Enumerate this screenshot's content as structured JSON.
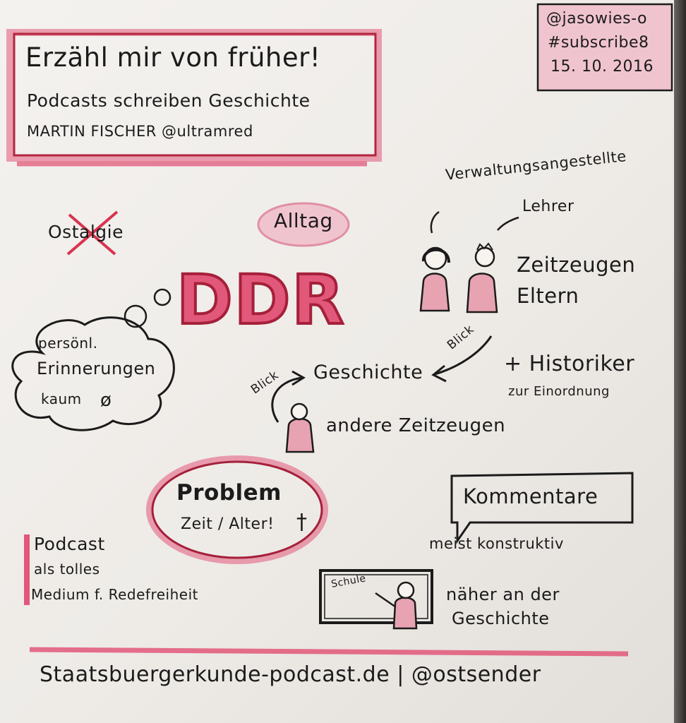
{
  "header": {
    "title": "Erzähl mir von früher!",
    "subtitle": "Podcasts schreiben Geschichte",
    "speaker": "MARTIN FISCHER @ultramred"
  },
  "tag_card": {
    "handle": "@jasowies-o",
    "hashtag": "#subscribe8",
    "date": "15. 10. 2016"
  },
  "top_left": {
    "ostalgie": "Ostalgie",
    "alltag": "Alltag",
    "ddr": "DDR"
  },
  "cloud": {
    "line1": "persönl.",
    "line2": "Erinnerungen",
    "line3": "kaum"
  },
  "people": {
    "role1": "Verwaltungsangestellte",
    "role2": "Lehrer",
    "zeitzeugen": "Zeitzeugen",
    "eltern": "Eltern"
  },
  "center": {
    "blick_right": "Blick",
    "blick_left": "Blick",
    "geschichte": "Geschichte",
    "andere": "andere Zeitzeugen",
    "historiker": "+ Historiker",
    "einordnung": "zur Einordnung"
  },
  "problem": {
    "title": "Problem",
    "text": "Zeit / Alter!"
  },
  "kommentare": {
    "title": "Kommentare",
    "note": "meist konstruktiv"
  },
  "podcast_note": {
    "line1": "Podcast",
    "line2": "als tolles",
    "line3": "Medium f. Redefreiheit"
  },
  "schule": {
    "board_label": "Schule",
    "line1": "näher an der",
    "line2": "Geschichte"
  },
  "footer": {
    "text": "Staatsbuergerkunde-podcast.de | @ostsender"
  },
  "colors": {
    "pink": "#e2587a",
    "pink_fill": "#e7a3b2",
    "ink": "#1b1b1b",
    "paper": "#f1efec"
  }
}
